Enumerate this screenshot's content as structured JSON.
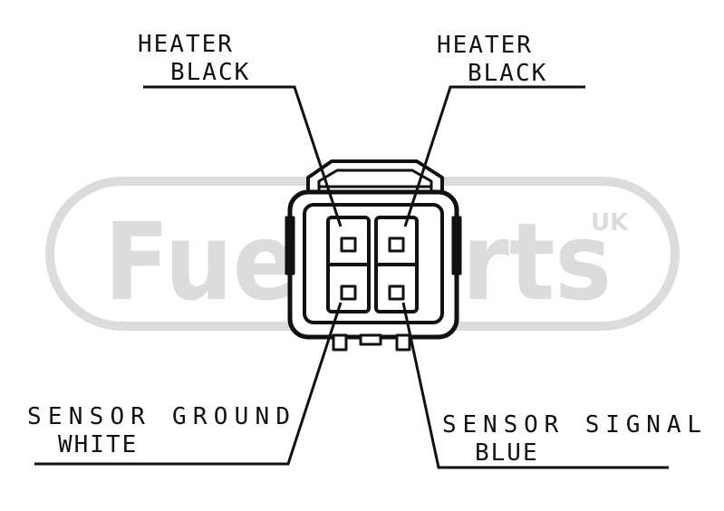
{
  "watermark": {
    "brand": "FuelParts",
    "region": "UK",
    "color": "#dcdcdc"
  },
  "labels": {
    "top_left_line1": "HEATER",
    "top_left_line2": "BLACK",
    "top_right_line1": "HEATER",
    "top_right_line2": "BLACK",
    "bottom_left_line1": "SENSOR GROUND",
    "bottom_left_line2": "WHITE",
    "bottom_right_line1": "SENSOR SIGNAL",
    "bottom_right_line2": "BLUE"
  },
  "colors": {
    "ink": "#111111",
    "background": "#ffffff"
  }
}
